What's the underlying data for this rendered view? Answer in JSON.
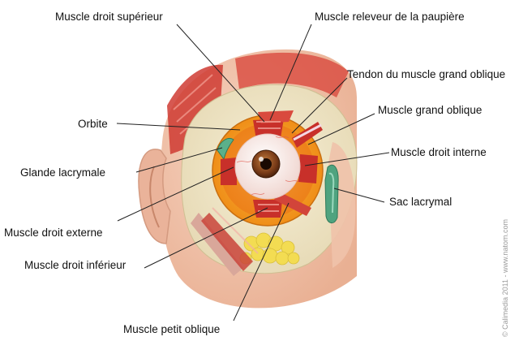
{
  "labels": {
    "muscle_droit_superieur": "Muscle droit supérieur",
    "muscle_releveur": "Muscle releveur de la paupière",
    "tendon_grand_oblique": "Tendon du muscle grand oblique",
    "muscle_grand_oblique": "Muscle grand oblique",
    "orbite": "Orbite",
    "muscle_droit_interne": "Muscle droit interne",
    "glande_lacrymale": "Glande lacrymale",
    "sac_lacrymal": "Sac lacrymal",
    "muscle_droit_externe": "Muscle droit externe",
    "muscle_droit_inferieur": "Muscle droit inférieur",
    "muscle_petit_oblique": "Muscle petit oblique"
  },
  "copyright": "© Calimedia 2011 - www.natom.com",
  "colors": {
    "skin": "#f2c4ad",
    "muscle_red": "#c8302a",
    "bone": "#efe6c6",
    "orbit_orange": "#f29a1e",
    "fat_yellow": "#f6e25c",
    "lacrimal_green": "#5bb08a",
    "iris_brown": "#8a4a22",
    "leader_line": "#222222"
  }
}
